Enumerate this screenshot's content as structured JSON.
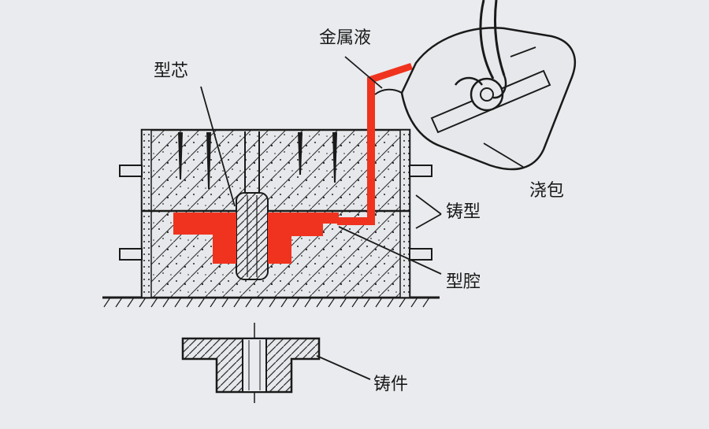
{
  "labels": {
    "metal_liquid": "金属液",
    "core": "型芯",
    "ladle": "浇包",
    "mold": "铸型",
    "cavity": "型腔",
    "casting": "铸件"
  },
  "colors": {
    "molten_metal": "#f0331e",
    "line": "#1a1a1a",
    "background": "#e9ebee"
  }
}
